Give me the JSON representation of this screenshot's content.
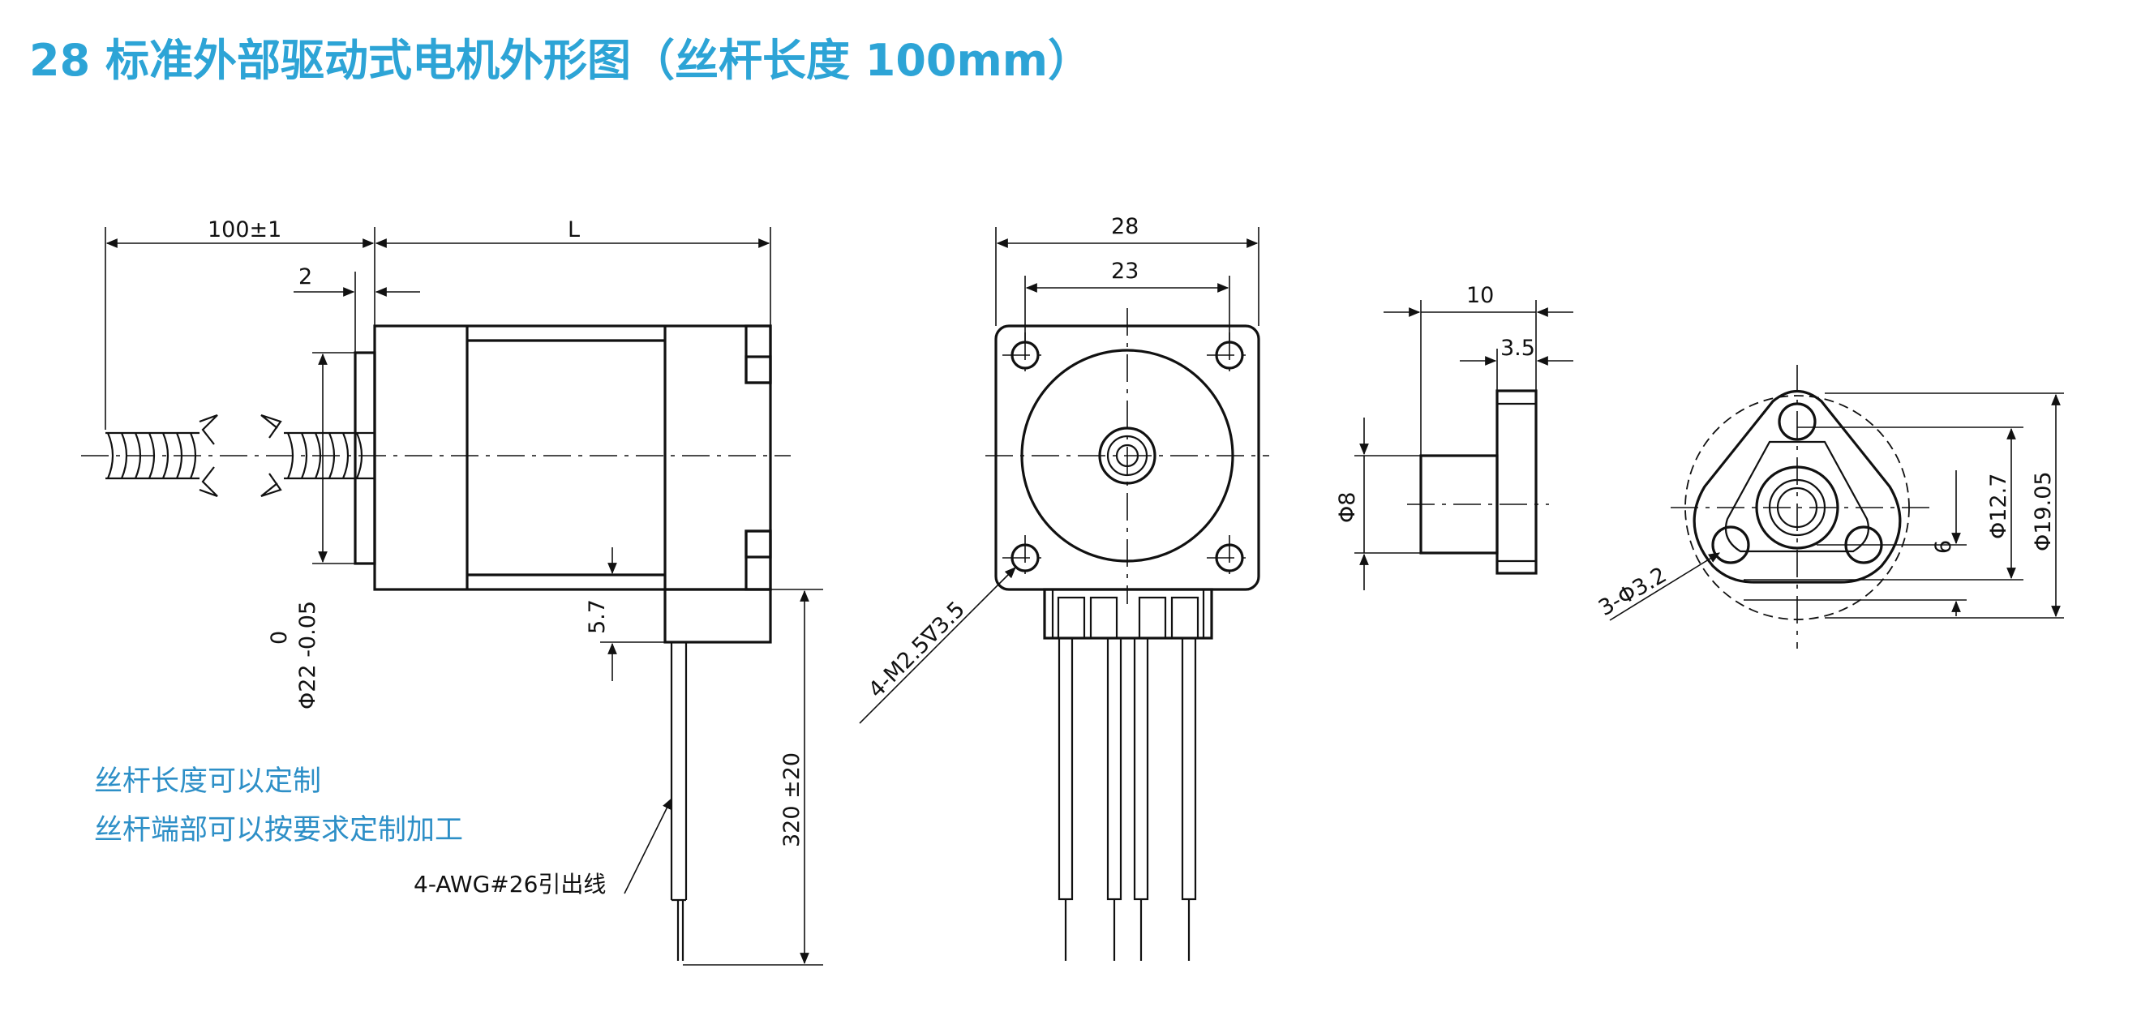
{
  "title": "28 标准外部驱动式电机外形图（丝杆长度 100mm）",
  "notes": {
    "line1": "丝杆长度可以定制",
    "line2": "丝杆端部可以按要求定制加工"
  },
  "side_view": {
    "dim_screw_length": "100±1",
    "dim_body_length": "L",
    "dim_boss_thickness": "2",
    "dim_boss_diameter_line1": "0",
    "dim_boss_diameter_line2": "Φ22 -0.05",
    "dim_connector_height": "5.7",
    "dim_lead_length": "320 ±20",
    "lead_callout": "4-AWG#26引出线"
  },
  "front_view": {
    "dim_width": "28",
    "dim_hole_spacing": "23",
    "hole_callout": "4-M2.5∇3.5"
  },
  "nut_side_view": {
    "dim_length": "10",
    "dim_flange": "3.5",
    "dim_diameter": "Φ8"
  },
  "nut_front_view": {
    "hole_callout": "3-Φ3.2",
    "dim_6": "6",
    "dim_12_7": "Φ12.7",
    "dim_19_05": "Φ19.05"
  },
  "colors": {
    "title": "#2da4d6",
    "notes": "#2d8fc7",
    "drawing_lines": "#111111"
  }
}
